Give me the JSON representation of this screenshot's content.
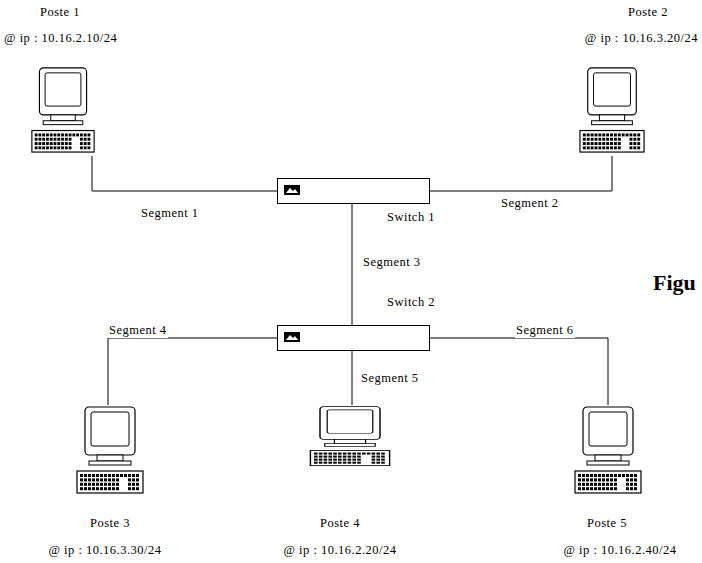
{
  "diagram": {
    "nodes": [
      {
        "text": [
          "Poste 1",
          "@ ip : 10.16.2.10/24"
        ]
      },
      {
        "text": [
          "Poste 2",
          "@ ip : 10.16.3.20/24"
        ]
      },
      {
        "text": [
          "Switch 1"
        ]
      },
      {
        "text": [
          "Switch 2"
        ]
      },
      {
        "text": [
          "Poste 3",
          "@ ip : 10.16.3.30/24"
        ]
      },
      {
        "text": [
          "Poste 4",
          "@ ip : 10.16.2.20/24"
        ]
      },
      {
        "text": [
          "Poste 5",
          "@ ip : 10.16.2.40/24"
        ]
      }
    ],
    "edges": [
      {
        "from": 0,
        "to": 2,
        "arrow": "none",
        "label": "Segment 1"
      },
      {
        "from": 1,
        "to": 2,
        "arrow": "none",
        "label": "Segment 2"
      },
      {
        "from": 2,
        "to": 3,
        "arrow": "none",
        "label": "Segment 3"
      },
      {
        "from": 3,
        "to": 4,
        "arrow": "none",
        "label": "Segment 4"
      },
      {
        "from": 3,
        "to": 5,
        "arrow": "none",
        "label": "Segment 5"
      },
      {
        "from": 3,
        "to": 6,
        "arrow": "none",
        "label": "Segment 6"
      }
    ],
    "labels": [
      "Figu"
    ]
  }
}
